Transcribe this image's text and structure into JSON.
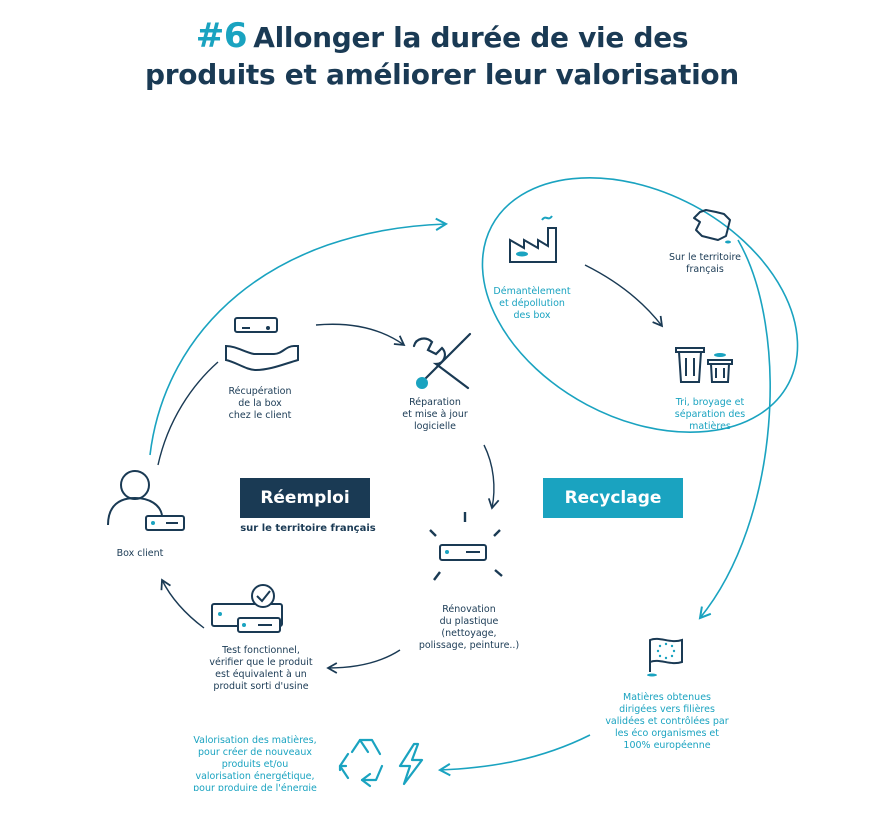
{
  "title": {
    "number": "#6",
    "line1": "Allonger la durée de vie des",
    "line2": "produits et améliorer leur valorisation"
  },
  "colors": {
    "navy": "#1a3a54",
    "teal": "#1aa3c0"
  },
  "badges": {
    "reemploi": "Réemploi",
    "reemploi_sub": "sur le territoire français",
    "recyclage": "Recyclage"
  },
  "nodes": {
    "recuperation": "Récupération\nde la box\nchez le client",
    "reparation": "Réparation\net mise à jour\nlogicielle",
    "box_client": "Box client",
    "renovation": "Rénovation\ndu plastique\n(nettoyage,\npolissage, peinture..)",
    "test": "Test fonctionnel,\nvérifier que le produit\nest équivalent à un\nproduit sorti d'usine",
    "demantelement": "Démantèlement\net dépollution\ndes box",
    "territoire": "Sur le territoire\nfrançais",
    "tri": "Tri, broyage et\nséparation des\nmatières",
    "matieres": "Matières obtenues\ndirigées vers filières\nvalidées et contrôlées par\nles éco organismes et\n100% européenne",
    "valorisation": "Valorisation des matières,\npour créer de nouveaux\nproduits et/ou\nvalorisation énergétique,\npour produire de l'énergie"
  },
  "icons": [
    "box-hand-icon",
    "tools-icon",
    "person-box-icon",
    "box-sparkle-icon",
    "box-check-icon",
    "factory-icon",
    "france-map-icon",
    "bins-icon",
    "eu-flag-icon",
    "recycle-icon",
    "lightning-icon"
  ]
}
